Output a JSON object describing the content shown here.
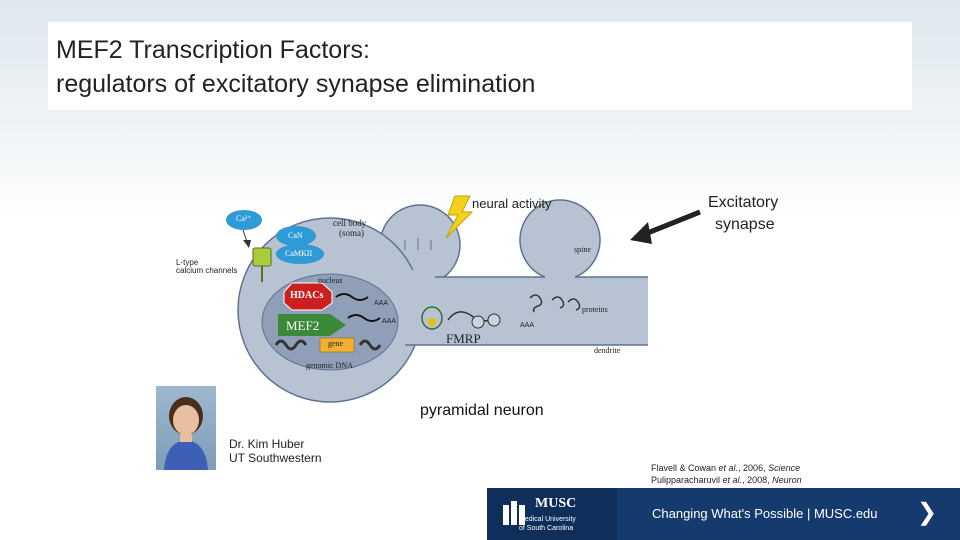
{
  "slide": {
    "title_line1": "MEF2 Transcription Factors:",
    "title_line2": "regulators of excitatory synapse elimination"
  },
  "diagram": {
    "neural_activity": "neural activity",
    "excitatory_synapse_line1": "Excitatory",
    "excitatory_synapse_line2": "synapse",
    "ca": "Ca²⁺",
    "can": "CaN",
    "camkii": "CaMKII",
    "cell_body_line1": "cell body",
    "cell_body_line2": "(soma)",
    "spine": "spine",
    "l_type_line1": "L-type",
    "l_type_line2": "calcium channels",
    "nucleus": "nucleus",
    "hdacs": "HDACs",
    "mef2": "MEF2",
    "gene": "gene",
    "genomic_dna": "genomic DNA",
    "aaa": "AAA",
    "proteins": "proteins",
    "fmrp": "FMRP",
    "dendrite": "dendrite",
    "pyramidal_neuron": "pyramidal neuron"
  },
  "person": {
    "name": "Dr. Kim Huber",
    "affiliation": "UT Southwestern"
  },
  "citation": {
    "line1_authors": "Flavell & Cowan ",
    "line1_etal": "et al.",
    "line1_year": ", 2006, ",
    "line1_journal": "Science",
    "line2_authors": "Pulipparacharuvil ",
    "line2_etal": "et al.",
    "line2_year": ", 2008, ",
    "line2_journal": "Neuron"
  },
  "footer": {
    "logo_text": "MUSC",
    "logo_sub1": "Medical University",
    "logo_sub2": "of South Carolina",
    "tagline": "Changing What's Possible | MUSC.edu",
    "arrow": "❯"
  },
  "colors": {
    "cell": "#b7c3d2",
    "nucleus": "#8f9fb8",
    "can_badge": "#2e9ad6",
    "hdac_stop": "#cc1f1f",
    "mef2_green": "#3a8a3a",
    "footer_bg": "#153a6d"
  }
}
